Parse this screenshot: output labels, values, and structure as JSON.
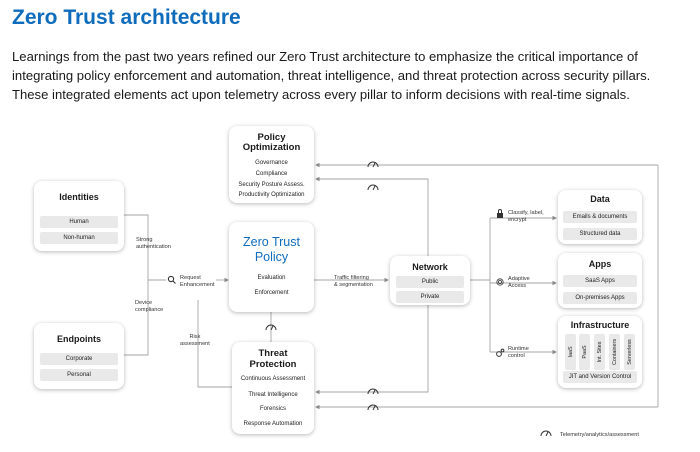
{
  "title": "Zero Trust architecture",
  "intro": [
    "Learnings from the past two years refined our Zero Trust architecture to emphasize the critical importance of",
    "integrating policy enforcement and automation, threat intelligence, and threat protection across security pillars.",
    "These integrated elements act upon telemetry across every pillar to inform decisions with real-time signals."
  ],
  "policy_optimization": {
    "title_line1": "Policy",
    "title_line2": "Optimization",
    "items": [
      "Governance",
      "Compliance",
      "Security Posture Assess.",
      "Productivity Optimization"
    ]
  },
  "identities": {
    "title": "Identities",
    "items": [
      "Human",
      "Non-human"
    ]
  },
  "endpoints": {
    "title": "Endpoints",
    "items": [
      "Corporate",
      "Personal"
    ]
  },
  "zero_trust_policy": {
    "title_line1": "Zero Trust",
    "title_line2": "Policy",
    "items": [
      "Evaluation",
      "Enforcement"
    ]
  },
  "threat_protection": {
    "title_line1": "Threat",
    "title_line2": "Protection",
    "items": [
      "Continuous Assessment",
      "Threat Intelligence",
      "Forensics",
      "Response Automation"
    ]
  },
  "network": {
    "title": "Network",
    "items": [
      "Public",
      "Private"
    ]
  },
  "data": {
    "title": "Data",
    "items": [
      "Emails & documents",
      "Structured data"
    ]
  },
  "apps": {
    "title": "Apps",
    "items": [
      "SaaS Apps",
      "On-premises Apps"
    ]
  },
  "infrastructure": {
    "title": "Infrastructure",
    "vertical_items": [
      "IaaS",
      "PaaS",
      "Int. Sites",
      "Containers",
      "Serverless"
    ],
    "bottom_item": "JIT and Version Control"
  },
  "labels": {
    "strong_auth_1": "Strong",
    "strong_auth_2": "authentication",
    "request_1": "Request",
    "request_2": "Enhancement",
    "device_1": "Device",
    "device_2": "compliance",
    "risk_1": "Risk",
    "risk_2": "assessment",
    "traffic_1": "Traffic filtering",
    "traffic_2": "& segmentation",
    "classify_1": "Classify, label,",
    "classify_2": "encrypt",
    "adaptive_1": "Adaptive",
    "adaptive_2": "Access",
    "runtime_1": "Runtime",
    "runtime_2": "control"
  },
  "legend": {
    "text": "Telemetry/analytics/assessment",
    "icon": "gauge-icon"
  },
  "colors": {
    "title_blue": "#0f6cbd",
    "line_gray": "#a6a6a6"
  }
}
